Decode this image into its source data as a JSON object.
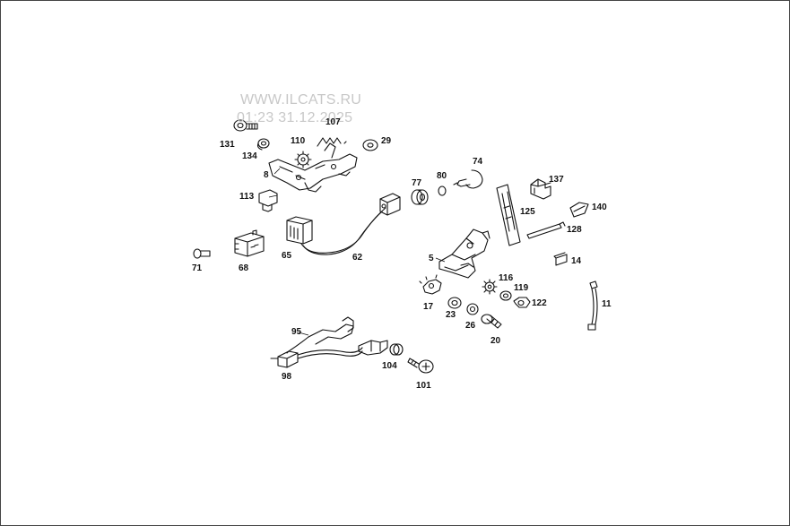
{
  "watermark": {
    "site": "WWW.ILCATS.RU",
    "stamp": "01:23 31.12.2025"
  },
  "callouts": {
    "p131": "131",
    "p134": "134",
    "p110": "110",
    "p107": "107",
    "p29": "29",
    "p8": "8",
    "p113": "113",
    "p71": "71",
    "p68": "68",
    "p65": "65",
    "p62": "62",
    "p77": "77",
    "p80": "80",
    "p74": "74",
    "p137": "137",
    "p140": "140",
    "p125": "125",
    "p128": "128",
    "p5": "5",
    "p14": "14",
    "p116": "116",
    "p119": "119",
    "p122": "122",
    "p17": "17",
    "p23": "23",
    "p26": "26",
    "p20": "20",
    "p11": "11",
    "p95": "95",
    "p98": "98",
    "p104": "104",
    "p101": "101"
  }
}
